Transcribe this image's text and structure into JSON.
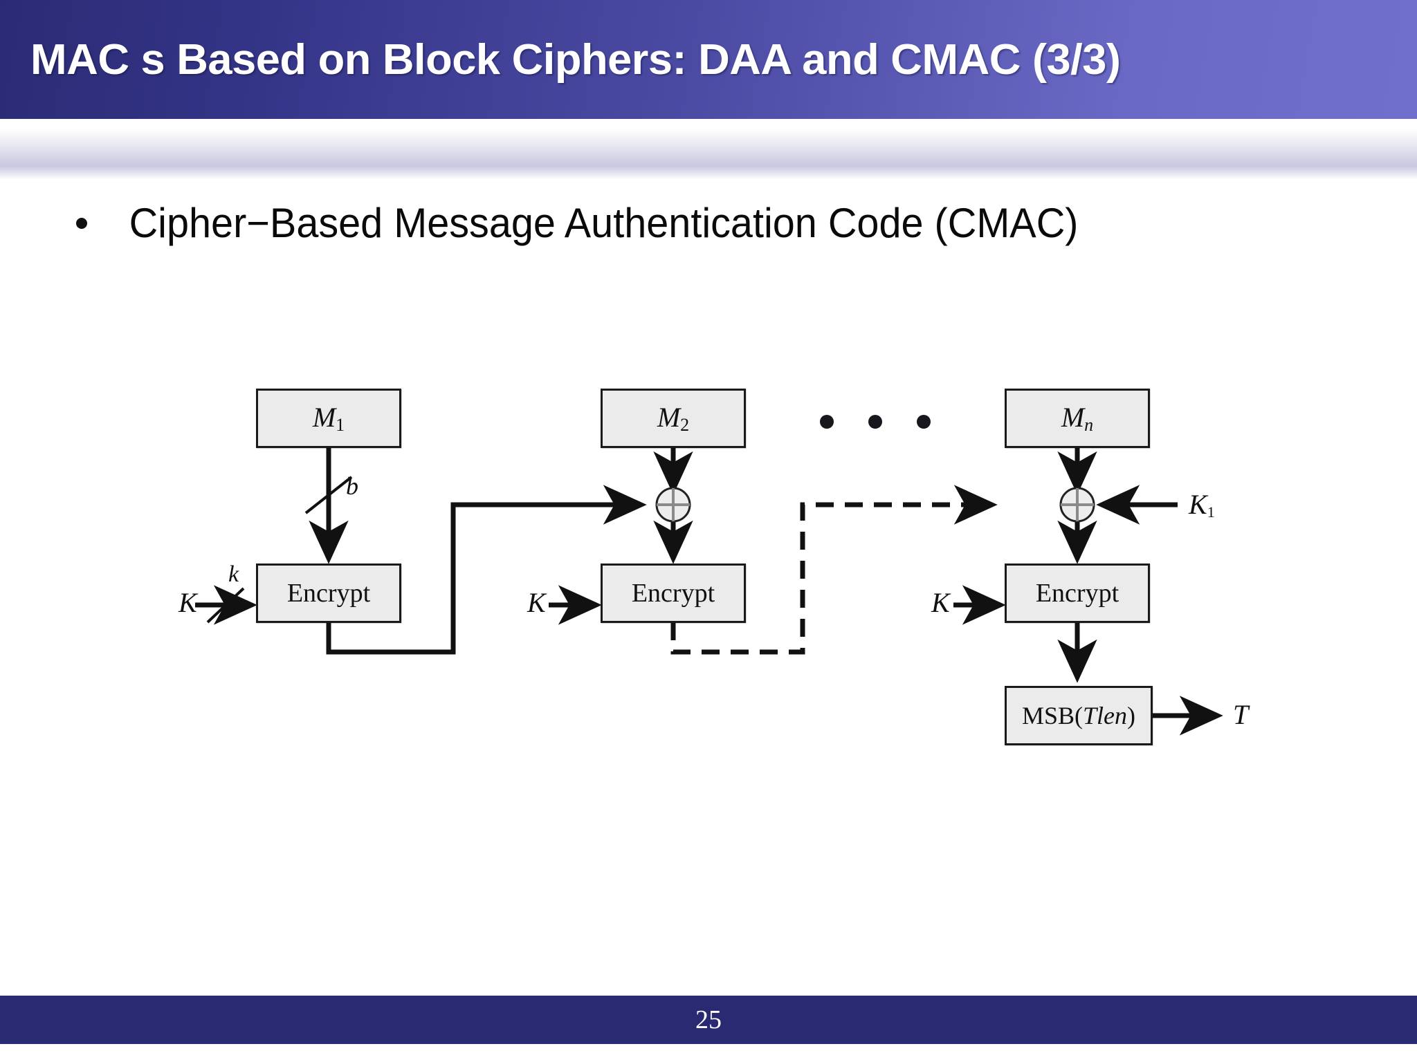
{
  "slide": {
    "title": "MAC s Based on Block Ciphers: DAA and CMAC (3/3)",
    "bullet": "Cipher−Based Message Authentication Code (CMAC)",
    "page_number": "25",
    "colors": {
      "title_gradient_left": "#2b2b75",
      "title_gradient_right": "#7070cc",
      "footer_bar": "#2a2a73",
      "block_fill": "#ebebeb",
      "block_border": "#1a1a1a",
      "text": "#0a0a0a"
    }
  },
  "diagram": {
    "name": "CMAC block diagram",
    "blocks": [
      {
        "id": "m1",
        "label": "M",
        "sub": "1",
        "sub_italic": false
      },
      {
        "id": "m2",
        "label": "M",
        "sub": "2",
        "sub_italic": false
      },
      {
        "id": "mn",
        "label": "M",
        "sub": "n",
        "sub_italic": true
      },
      {
        "id": "enc1",
        "label": "Encrypt"
      },
      {
        "id": "enc2",
        "label": "Encrypt"
      },
      {
        "id": "enc3",
        "label": "Encrypt"
      },
      {
        "id": "msb",
        "label_plain": "MSB(",
        "label_italic": "Tlen",
        "label_close": ")"
      }
    ],
    "signals": {
      "key1": "K",
      "key2": "K",
      "key3": "K",
      "subkey": "K",
      "subkey_sub": "1",
      "block_width": "b",
      "key_width": "k",
      "tag": "T"
    },
    "ellipsis_dots": 3,
    "xor_gates": 2,
    "solid_feedback": "Encrypt1 output to XOR with M2",
    "dashed_feedback": "Encrypt2 output to XOR with Mn"
  }
}
